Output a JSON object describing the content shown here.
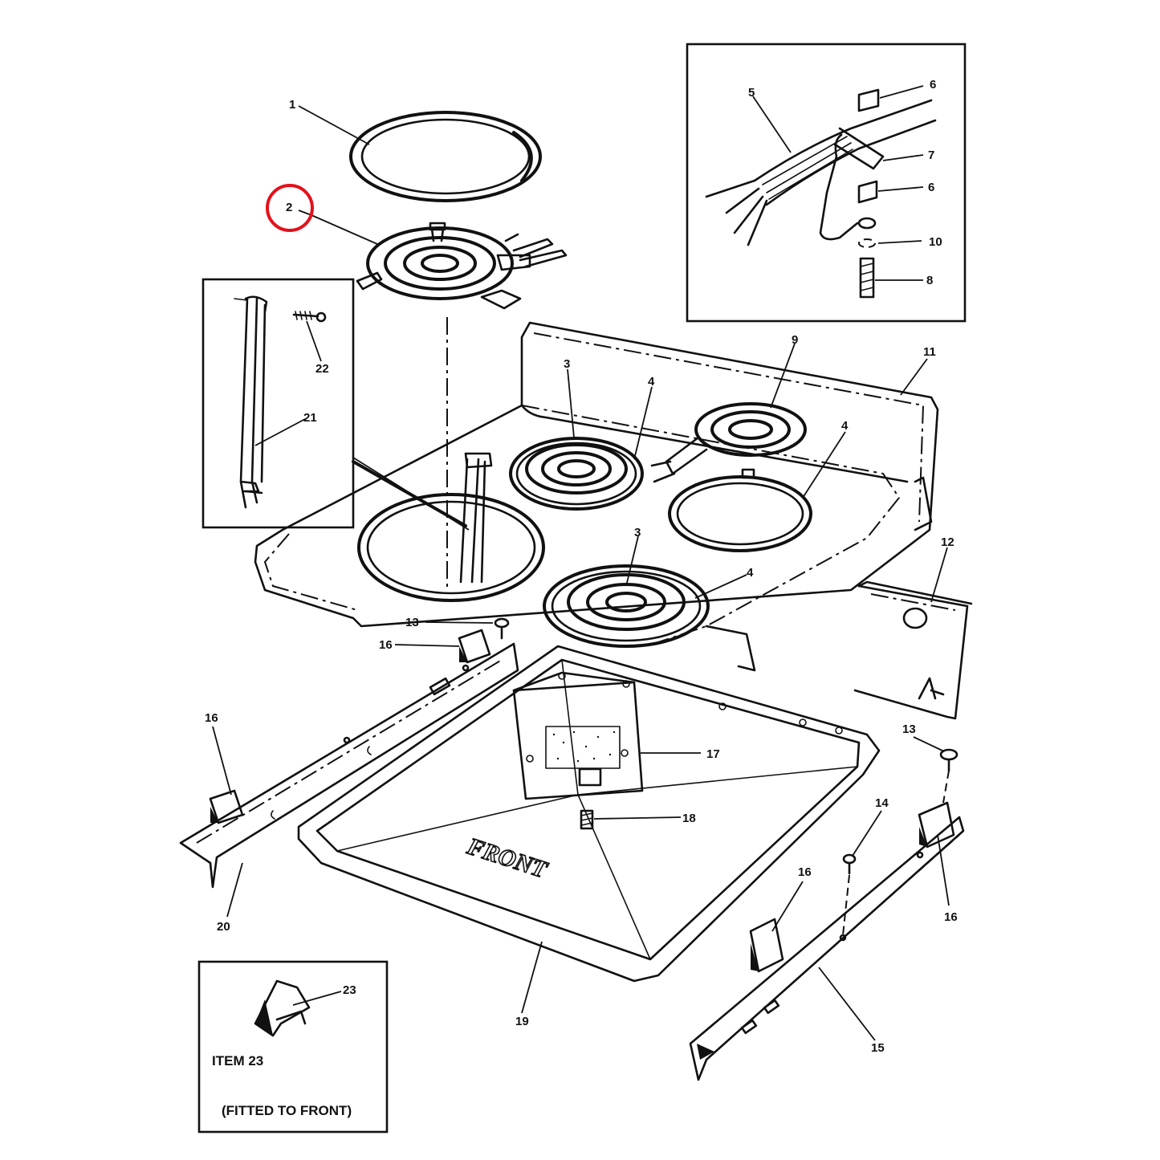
{
  "callouts": {
    "c1": "1",
    "c2": "2",
    "c3a": "3",
    "c3b": "3",
    "c4a": "4",
    "c4b": "4",
    "c4c": "4",
    "c5": "5",
    "c6a": "6",
    "c6b": "6",
    "c7": "7",
    "c8": "8",
    "c9": "9",
    "c10": "10",
    "c11": "11",
    "c12": "12",
    "c13a": "13",
    "c13b": "13",
    "c14": "14",
    "c15": "15",
    "c16a": "16",
    "c16b": "16",
    "c16c": "16",
    "c16d": "16",
    "c17": "17",
    "c18": "18",
    "c19": "19",
    "c20": "20",
    "c21": "21",
    "c22": "22",
    "c23": "23"
  },
  "pan_text": "FRONT",
  "item23_title": "ITEM 23",
  "item23_note": "(FITTED TO FRONT)",
  "highlight": {
    "target": "2",
    "color": "#e3111b"
  }
}
